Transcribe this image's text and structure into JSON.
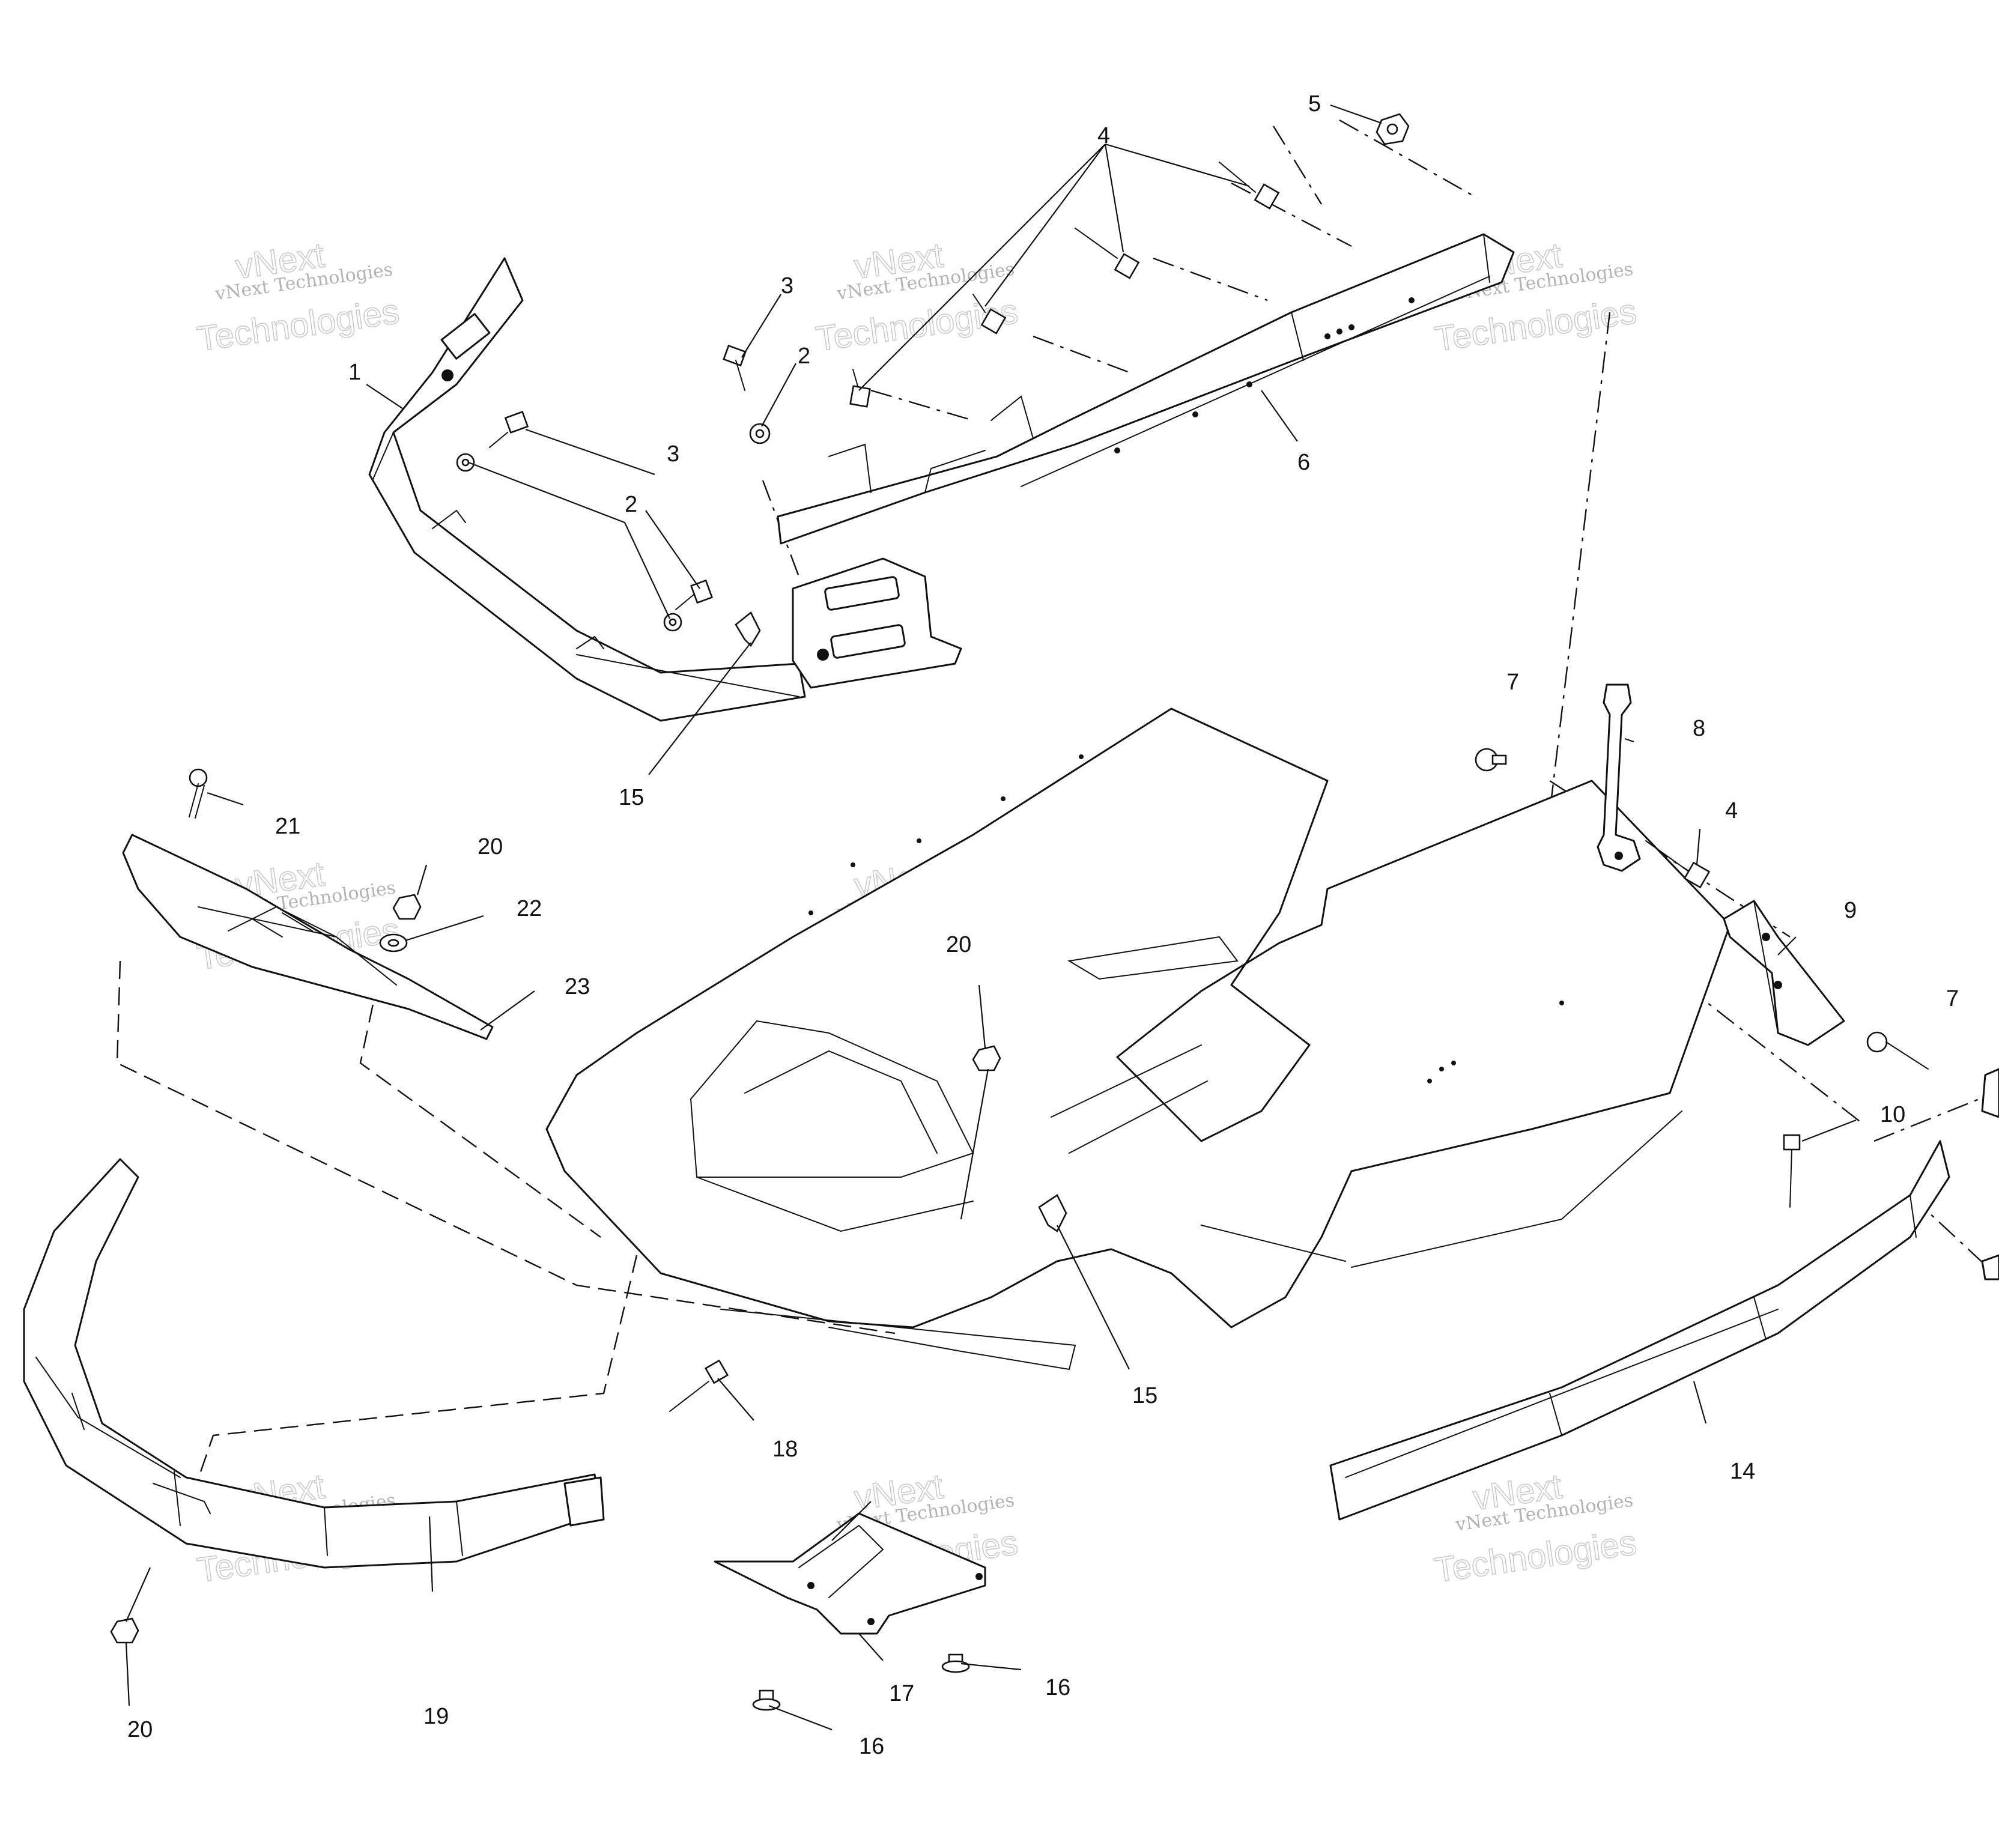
{
  "watermark": {
    "brand": "vNext",
    "company": "vNext Technologies",
    "word": "Technologies"
  },
  "callouts": {
    "c1": "1",
    "c2a": "2",
    "c2b": "2",
    "c3a": "3",
    "c3b": "3",
    "c4a": "4",
    "c4b": "4",
    "c5": "5",
    "c6": "6",
    "c7a": "7",
    "c7b": "7",
    "c8": "8",
    "c9": "9",
    "c10": "10",
    "c14": "14",
    "c15a": "15",
    "c15b": "15",
    "c16a": "16",
    "c16b": "16",
    "c17": "17",
    "c18": "18",
    "c19": "19",
    "c20a": "20",
    "c20b": "20",
    "c20c": "20",
    "c21": "21",
    "c22": "22",
    "c23": "23"
  }
}
